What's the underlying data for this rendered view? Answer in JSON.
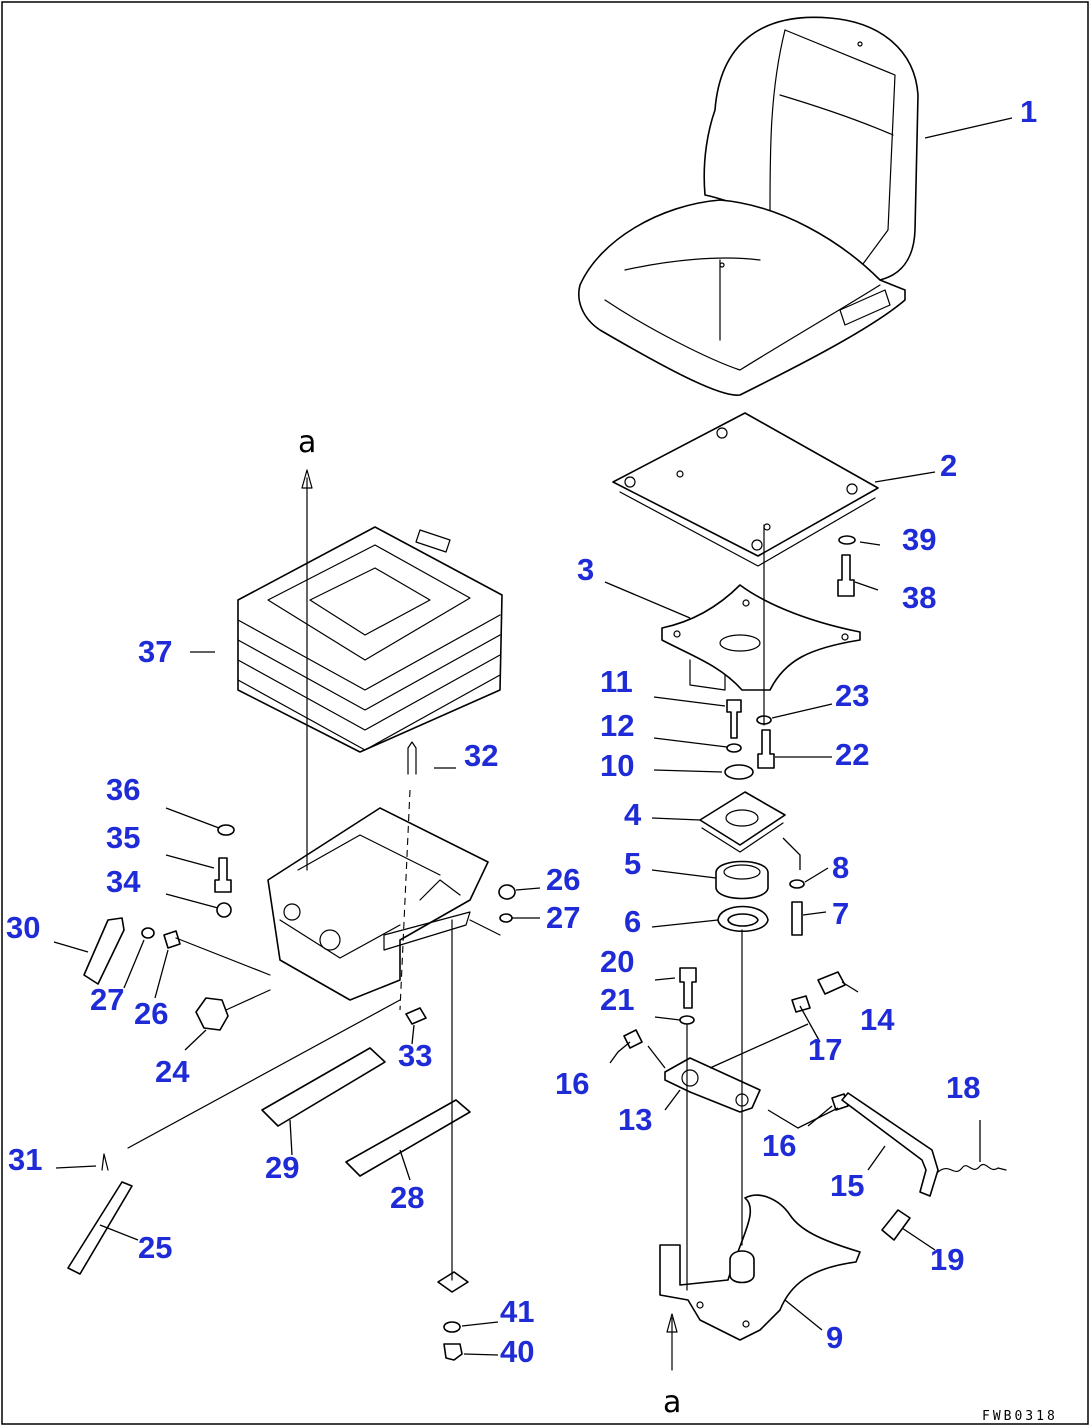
{
  "callouts": [
    {
      "id": "1",
      "label": "1"
    },
    {
      "id": "2",
      "label": "2"
    },
    {
      "id": "3",
      "label": "3"
    },
    {
      "id": "4",
      "label": "4"
    },
    {
      "id": "5",
      "label": "5"
    },
    {
      "id": "6",
      "label": "6"
    },
    {
      "id": "7",
      "label": "7"
    },
    {
      "id": "8",
      "label": "8"
    },
    {
      "id": "9",
      "label": "9"
    },
    {
      "id": "10",
      "label": "10"
    },
    {
      "id": "11",
      "label": "11"
    },
    {
      "id": "12",
      "label": "12"
    },
    {
      "id": "13",
      "label": "13"
    },
    {
      "id": "14",
      "label": "14"
    },
    {
      "id": "15",
      "label": "15"
    },
    {
      "id": "16a",
      "label": "16"
    },
    {
      "id": "16b",
      "label": "16"
    },
    {
      "id": "17",
      "label": "17"
    },
    {
      "id": "18",
      "label": "18"
    },
    {
      "id": "19",
      "label": "19"
    },
    {
      "id": "20",
      "label": "20"
    },
    {
      "id": "21",
      "label": "21"
    },
    {
      "id": "22",
      "label": "22"
    },
    {
      "id": "23",
      "label": "23"
    },
    {
      "id": "24",
      "label": "24"
    },
    {
      "id": "25",
      "label": "25"
    },
    {
      "id": "26a",
      "label": "26"
    },
    {
      "id": "26b",
      "label": "26"
    },
    {
      "id": "27a",
      "label": "27"
    },
    {
      "id": "27b",
      "label": "27"
    },
    {
      "id": "28",
      "label": "28"
    },
    {
      "id": "29",
      "label": "29"
    },
    {
      "id": "30",
      "label": "30"
    },
    {
      "id": "31",
      "label": "31"
    },
    {
      "id": "32",
      "label": "32"
    },
    {
      "id": "33",
      "label": "33"
    },
    {
      "id": "34",
      "label": "34"
    },
    {
      "id": "35",
      "label": "35"
    },
    {
      "id": "36",
      "label": "36"
    },
    {
      "id": "37",
      "label": "37"
    },
    {
      "id": "38",
      "label": "38"
    },
    {
      "id": "39",
      "label": "39"
    },
    {
      "id": "40",
      "label": "40"
    },
    {
      "id": "41",
      "label": "41"
    }
  ],
  "reference_mark": "a",
  "drawing_code": "FWB0318",
  "colors": {
    "callout": "#1f2bd6",
    "line": "#000000",
    "background": "#ffffff"
  }
}
